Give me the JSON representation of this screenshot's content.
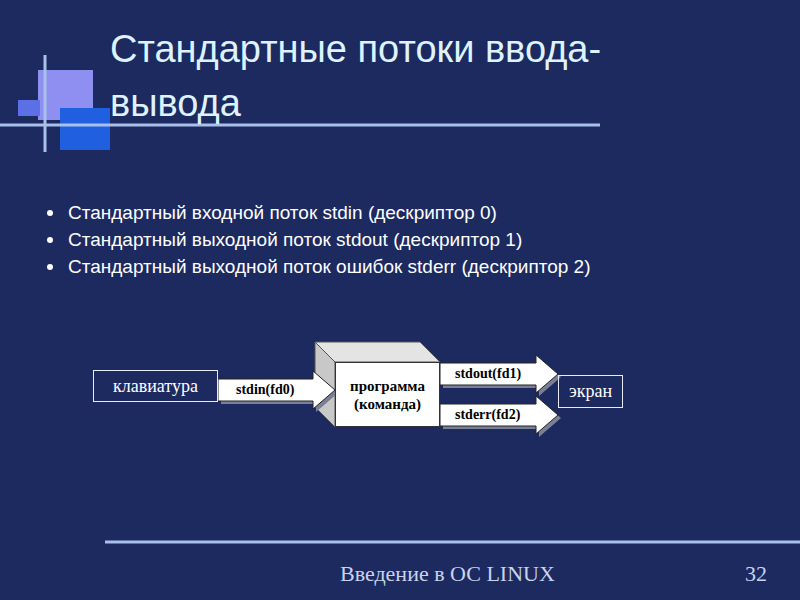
{
  "diagram": {
    "title": "Стандартные потоки ввода-вывода",
    "nodes": [
      {
        "text": [
          "клавиатура"
        ]
      },
      {
        "text": [
          "программа (команда)"
        ]
      },
      {
        "text": [
          "экран"
        ]
      }
    ],
    "edges": [
      {
        "from": 0,
        "to": 1,
        "arrow": "to",
        "label": "stdin(fd0)"
      },
      {
        "from": 1,
        "to": 2,
        "arrow": "to",
        "label": "stdout(fd1)"
      },
      {
        "from": 1,
        "to": 2,
        "arrow": "to",
        "label": "stderr(fd2)"
      }
    ],
    "labels": [
      "Стандартный входной поток stdin (дескриптор 0)",
      "Стандартный выходной поток stdout (дескриптор 1)",
      "Стандартный выходной поток ошибок stderr (дескриптор 2)",
      "Введение в ОС LINUX",
      "32"
    ]
  }
}
